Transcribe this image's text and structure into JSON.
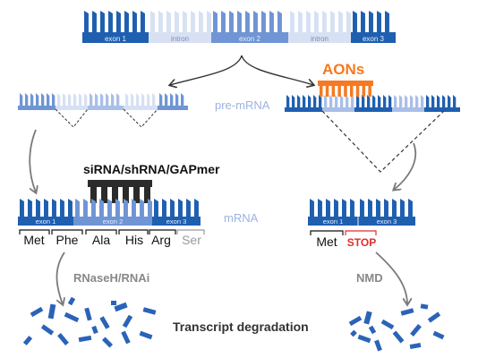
{
  "colors": {
    "exon_dark": "#1f5fb0",
    "exon_mid": "#6f95d4",
    "exon_light": "#a9bfe8",
    "intron": "#d8e1f3",
    "aon": "#f57a21",
    "stop": "#e32b2b",
    "sirna": "#2b2b2b",
    "arrow": "#7a7a7a",
    "label_blue": "#9cb3e0",
    "fragment": "#2a63b8"
  },
  "gene": {
    "segments": [
      "exon 1",
      "intron",
      "exon 2",
      "intron",
      "exon 3"
    ]
  },
  "stage_labels": {
    "pre_mrna": "pre-mRNA",
    "mrna": "mRNA"
  },
  "aons_label": "AONs",
  "sirna_label": "siRNA/shRNA/GAPmer",
  "left_mrna": {
    "exon_labels": [
      "exon 1",
      "exon 2",
      "exon 3"
    ],
    "codons": [
      "Met",
      "Phe",
      "Ala",
      "His",
      "Arg",
      "Ser"
    ]
  },
  "right_mrna": {
    "exon_labels": [
      "exon 1",
      "exon 3"
    ],
    "codons": [
      "Met",
      "STOP"
    ]
  },
  "pathway_left": "RNaseH/RNAi",
  "pathway_right": "NMD",
  "outcome": "Transcript degradation",
  "icons": [
    "sirna-comb-icon",
    "aon-comb-icon",
    "rna-fragment-icon"
  ]
}
